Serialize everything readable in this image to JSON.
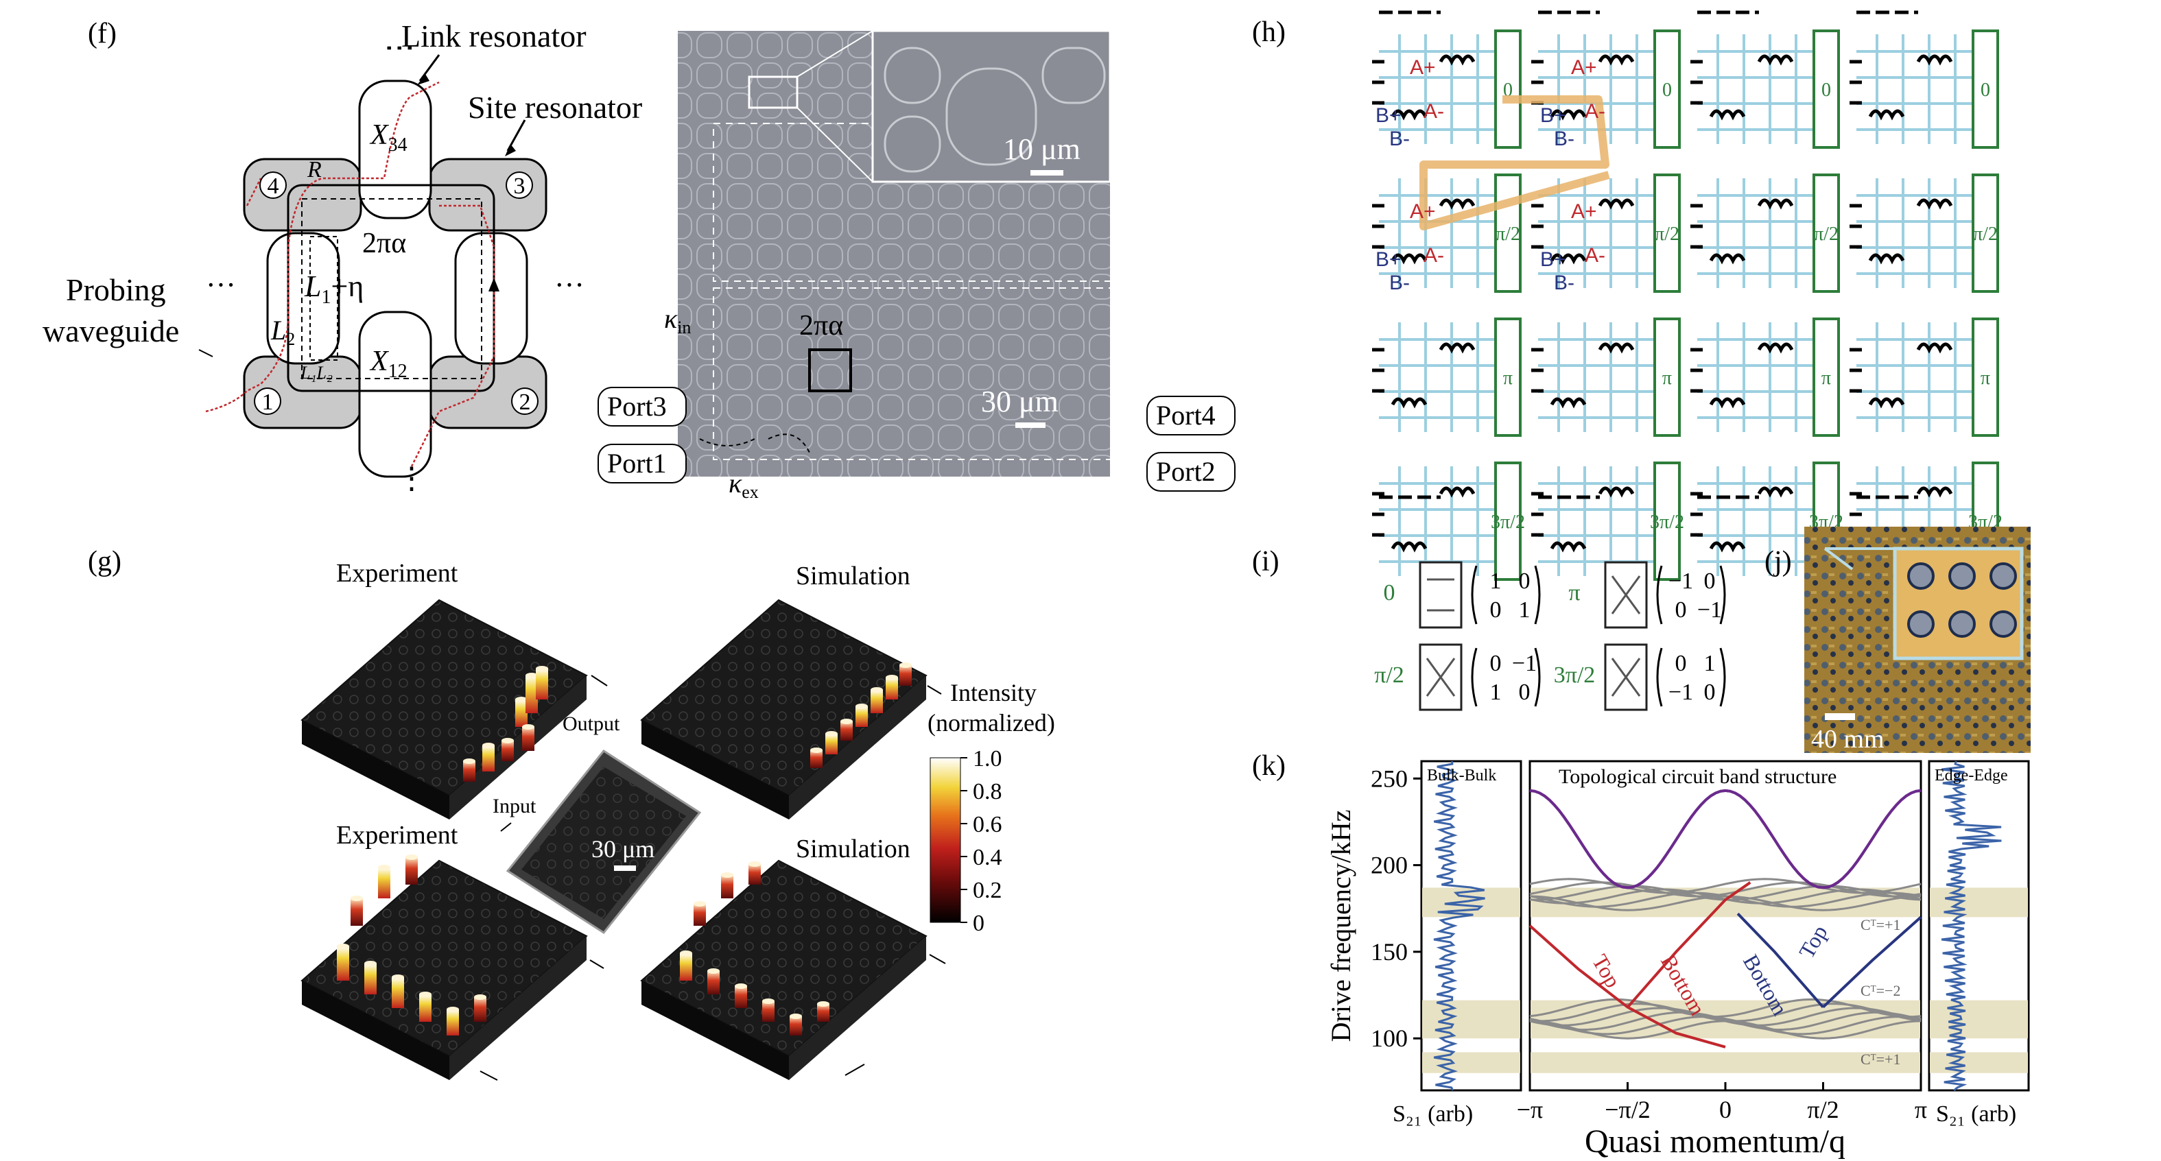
{
  "panels": {
    "f": {
      "label": "(f)",
      "link_resonator": "Link resonator",
      "site_resonator": "Site resonator",
      "probing": "Probing",
      "waveguide": "waveguide",
      "sites": [
        "1",
        "2",
        "3",
        "4"
      ],
      "R": "R",
      "X34": "X",
      "X34_sub": "34",
      "X12": "X",
      "X12_sub": "12",
      "flux": "2πα",
      "L1eta": "L",
      "L1eta_sub": "1",
      "L1eta_tail": "+η",
      "L2": "L",
      "L2_sub": "2",
      "L1L2": "L₁L₂",
      "dots": "···",
      "scale_inset": "10 μm",
      "scale_main": "30 μm",
      "flux_sem": "2πα",
      "kappa_in": "κ",
      "kappa_in_sub": "in",
      "kappa_ex": "κ",
      "kappa_ex_sub": "ex",
      "ports": [
        "Port3",
        "Port1",
        "Port4",
        "Port2"
      ]
    },
    "g": {
      "label": "(g)",
      "experiment_top": "Experiment",
      "simulation_top": "Simulation",
      "experiment_bottom": "Experiment",
      "simulation_bottom": "Simulation",
      "output": "Output",
      "input": "Input",
      "scale": "30 μm",
      "colorbar_title_1": "Intensity",
      "colorbar_title_2": "(normalized)",
      "colorbar_ticks": [
        "1.0",
        "0.8",
        "0.6",
        "0.4",
        "0.2",
        "0"
      ]
    },
    "h": {
      "label": "(h)",
      "row_labels": [
        "0",
        "π/2",
        "π",
        "3π/2"
      ],
      "ports": [
        "A+",
        "A-",
        "B+",
        "B-"
      ]
    },
    "i": {
      "label": "(i)",
      "phases": [
        "0",
        "π",
        "π/2",
        "3π/2"
      ],
      "matrices": [
        [
          [
            "1",
            "0"
          ],
          [
            "0",
            "1"
          ]
        ],
        [
          [
            "−1",
            "0"
          ],
          [
            "0",
            "−1"
          ]
        ],
        [
          [
            "0",
            "−1"
          ],
          [
            "1",
            "0"
          ]
        ],
        [
          [
            "0",
            "1"
          ],
          [
            "−1",
            "0"
          ]
        ]
      ]
    },
    "j": {
      "label": "(j)",
      "scale": "40 mm"
    },
    "k": {
      "label": "(k)",
      "bulk_title": "Bulk-Bulk",
      "edge_title": "Edge-Edge",
      "main_title": "Topological circuit band structure",
      "ylabel": "Drive frequency/kHz",
      "xlabel": "Quasi momentum/q",
      "yticks": [
        "250",
        "200",
        "150",
        "100"
      ],
      "xticks": [
        "−π",
        "−π/2",
        "0",
        "π/2",
        "π"
      ],
      "s21_left": "S₂₁ (arb)",
      "s21_right": "S₂₁ (arb)",
      "band_labels": [
        "Top",
        "Bottom",
        "Bottom",
        "Top"
      ],
      "chern": [
        "Cᵀ=+1",
        "Cᵀ=−2",
        "Cᵀ=+1"
      ]
    }
  },
  "colors": {
    "red": "#c0282d",
    "blue": "#28357f",
    "purple": "#6b2a8c",
    "green": "#2d7d3a",
    "orange": "#e8b36a",
    "band": "#e8e2c4",
    "grid": "#9ccfe0"
  },
  "chart_data": {
    "type": "line",
    "title": "Topological circuit band structure",
    "xlabel": "Quasi momentum/q",
    "ylabel": "Drive frequency/kHz",
    "xlim": [
      -3.1416,
      3.1416
    ],
    "ylim": [
      70,
      260
    ],
    "gap_bands_khz": [
      [
        170,
        187
      ],
      [
        100,
        122
      ],
      [
        80,
        92
      ]
    ],
    "series": [
      {
        "name": "Top",
        "color": "#c0282d",
        "x": [
          -3.14,
          -2.36,
          -1.57,
          -0.79,
          0
        ],
        "y": [
          165,
          140,
          118,
          103,
          95
        ]
      },
      {
        "name": "Bottom",
        "color": "#c0282d",
        "x": [
          -1.57,
          -0.79,
          0,
          0.4
        ],
        "y": [
          118,
          150,
          180,
          190
        ]
      },
      {
        "name": "Bottom",
        "color": "#28357f",
        "x": [
          0.2,
          0.79,
          1.57
        ],
        "y": [
          172,
          150,
          118
        ]
      },
      {
        "name": "Top",
        "color": "#28357f",
        "x": [
          1.57,
          2.36,
          3.14
        ],
        "y": [
          118,
          145,
          170
        ]
      }
    ]
  }
}
